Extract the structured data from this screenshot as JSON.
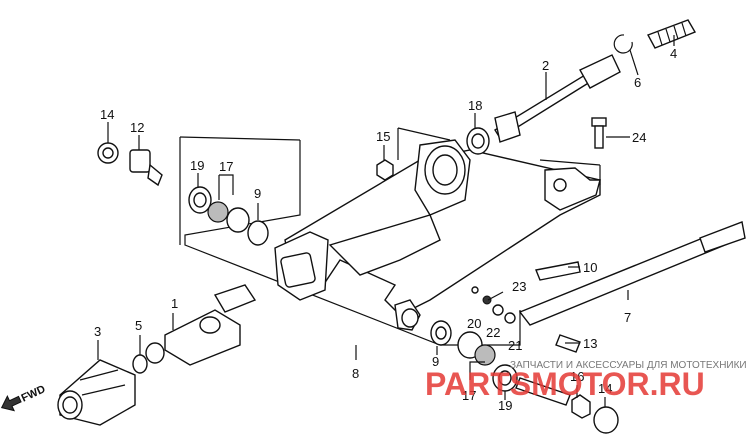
{
  "diagram": {
    "fwd_label": "FWD",
    "callouts": {
      "c1": "1",
      "c2": "2",
      "c3": "3",
      "c4": "4",
      "c5": "5",
      "c6": "6",
      "c7": "7",
      "c8": "8",
      "c9a": "9",
      "c9b": "9",
      "c10": "10",
      "c12": "12",
      "c13": "13",
      "c14a": "14",
      "c14b": "14",
      "c15": "15",
      "c16": "16",
      "c17a": "17",
      "c17b": "17",
      "c18": "18",
      "c19a": "19",
      "c19b": "19",
      "c20": "20",
      "c21": "21",
      "c22": "22",
      "c23": "23",
      "c24": "24"
    }
  },
  "watermark": {
    "main": "PARTSMOTOR.RU",
    "sub": "ЗАПЧАСТИ И АКСЕССУАРЫ ДЛЯ МОТОТЕХНИКИ",
    "color": "#e53935"
  }
}
